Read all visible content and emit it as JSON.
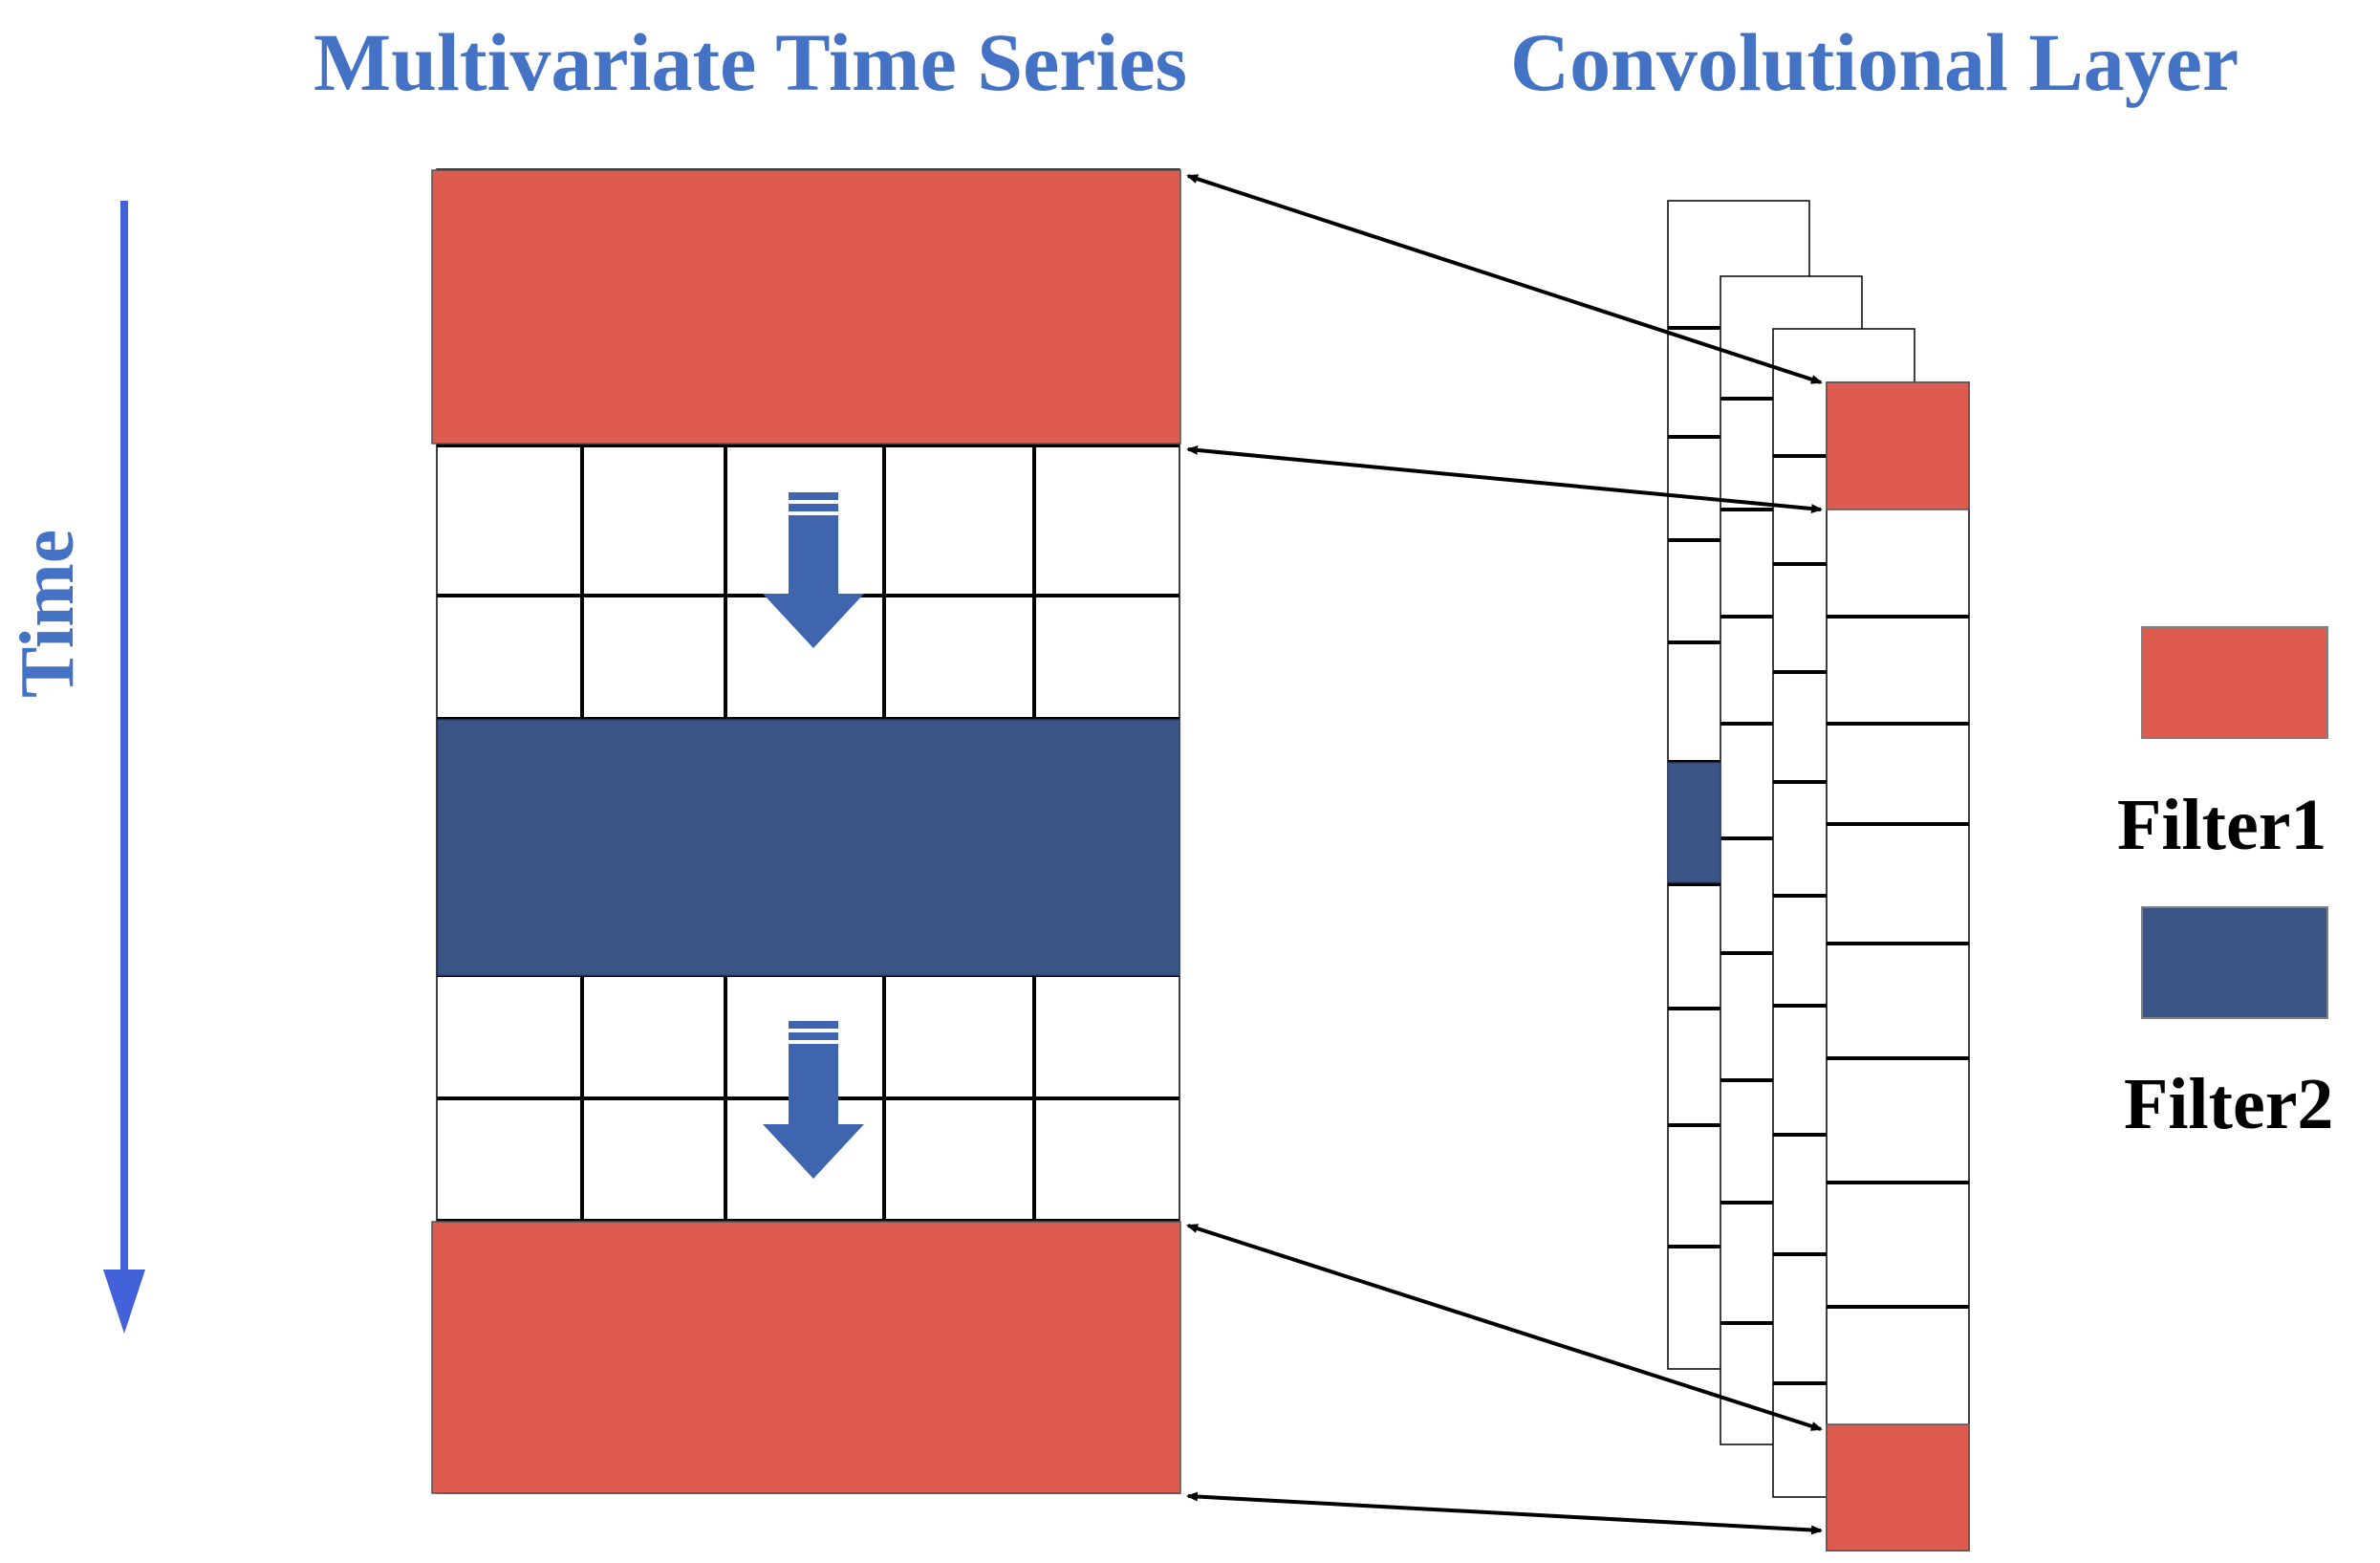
{
  "titles": {
    "left": "Multivariate Time Series",
    "right": "Convolutional Layer"
  },
  "axis": {
    "time_label": "Time"
  },
  "legend": {
    "items": [
      {
        "label": "Filter1",
        "color": "#DD5B4F"
      },
      {
        "label": "Filter2",
        "color": "#3B5486"
      }
    ]
  },
  "colors": {
    "accent_blue": "#4472C4",
    "filter1": "#DD5B4F",
    "filter2": "#3B5486",
    "arrow_blue": "#3F65AE"
  },
  "icons": {
    "down_arrow": "down-arrow-icon",
    "time_arrow": "time-arrow-icon"
  }
}
